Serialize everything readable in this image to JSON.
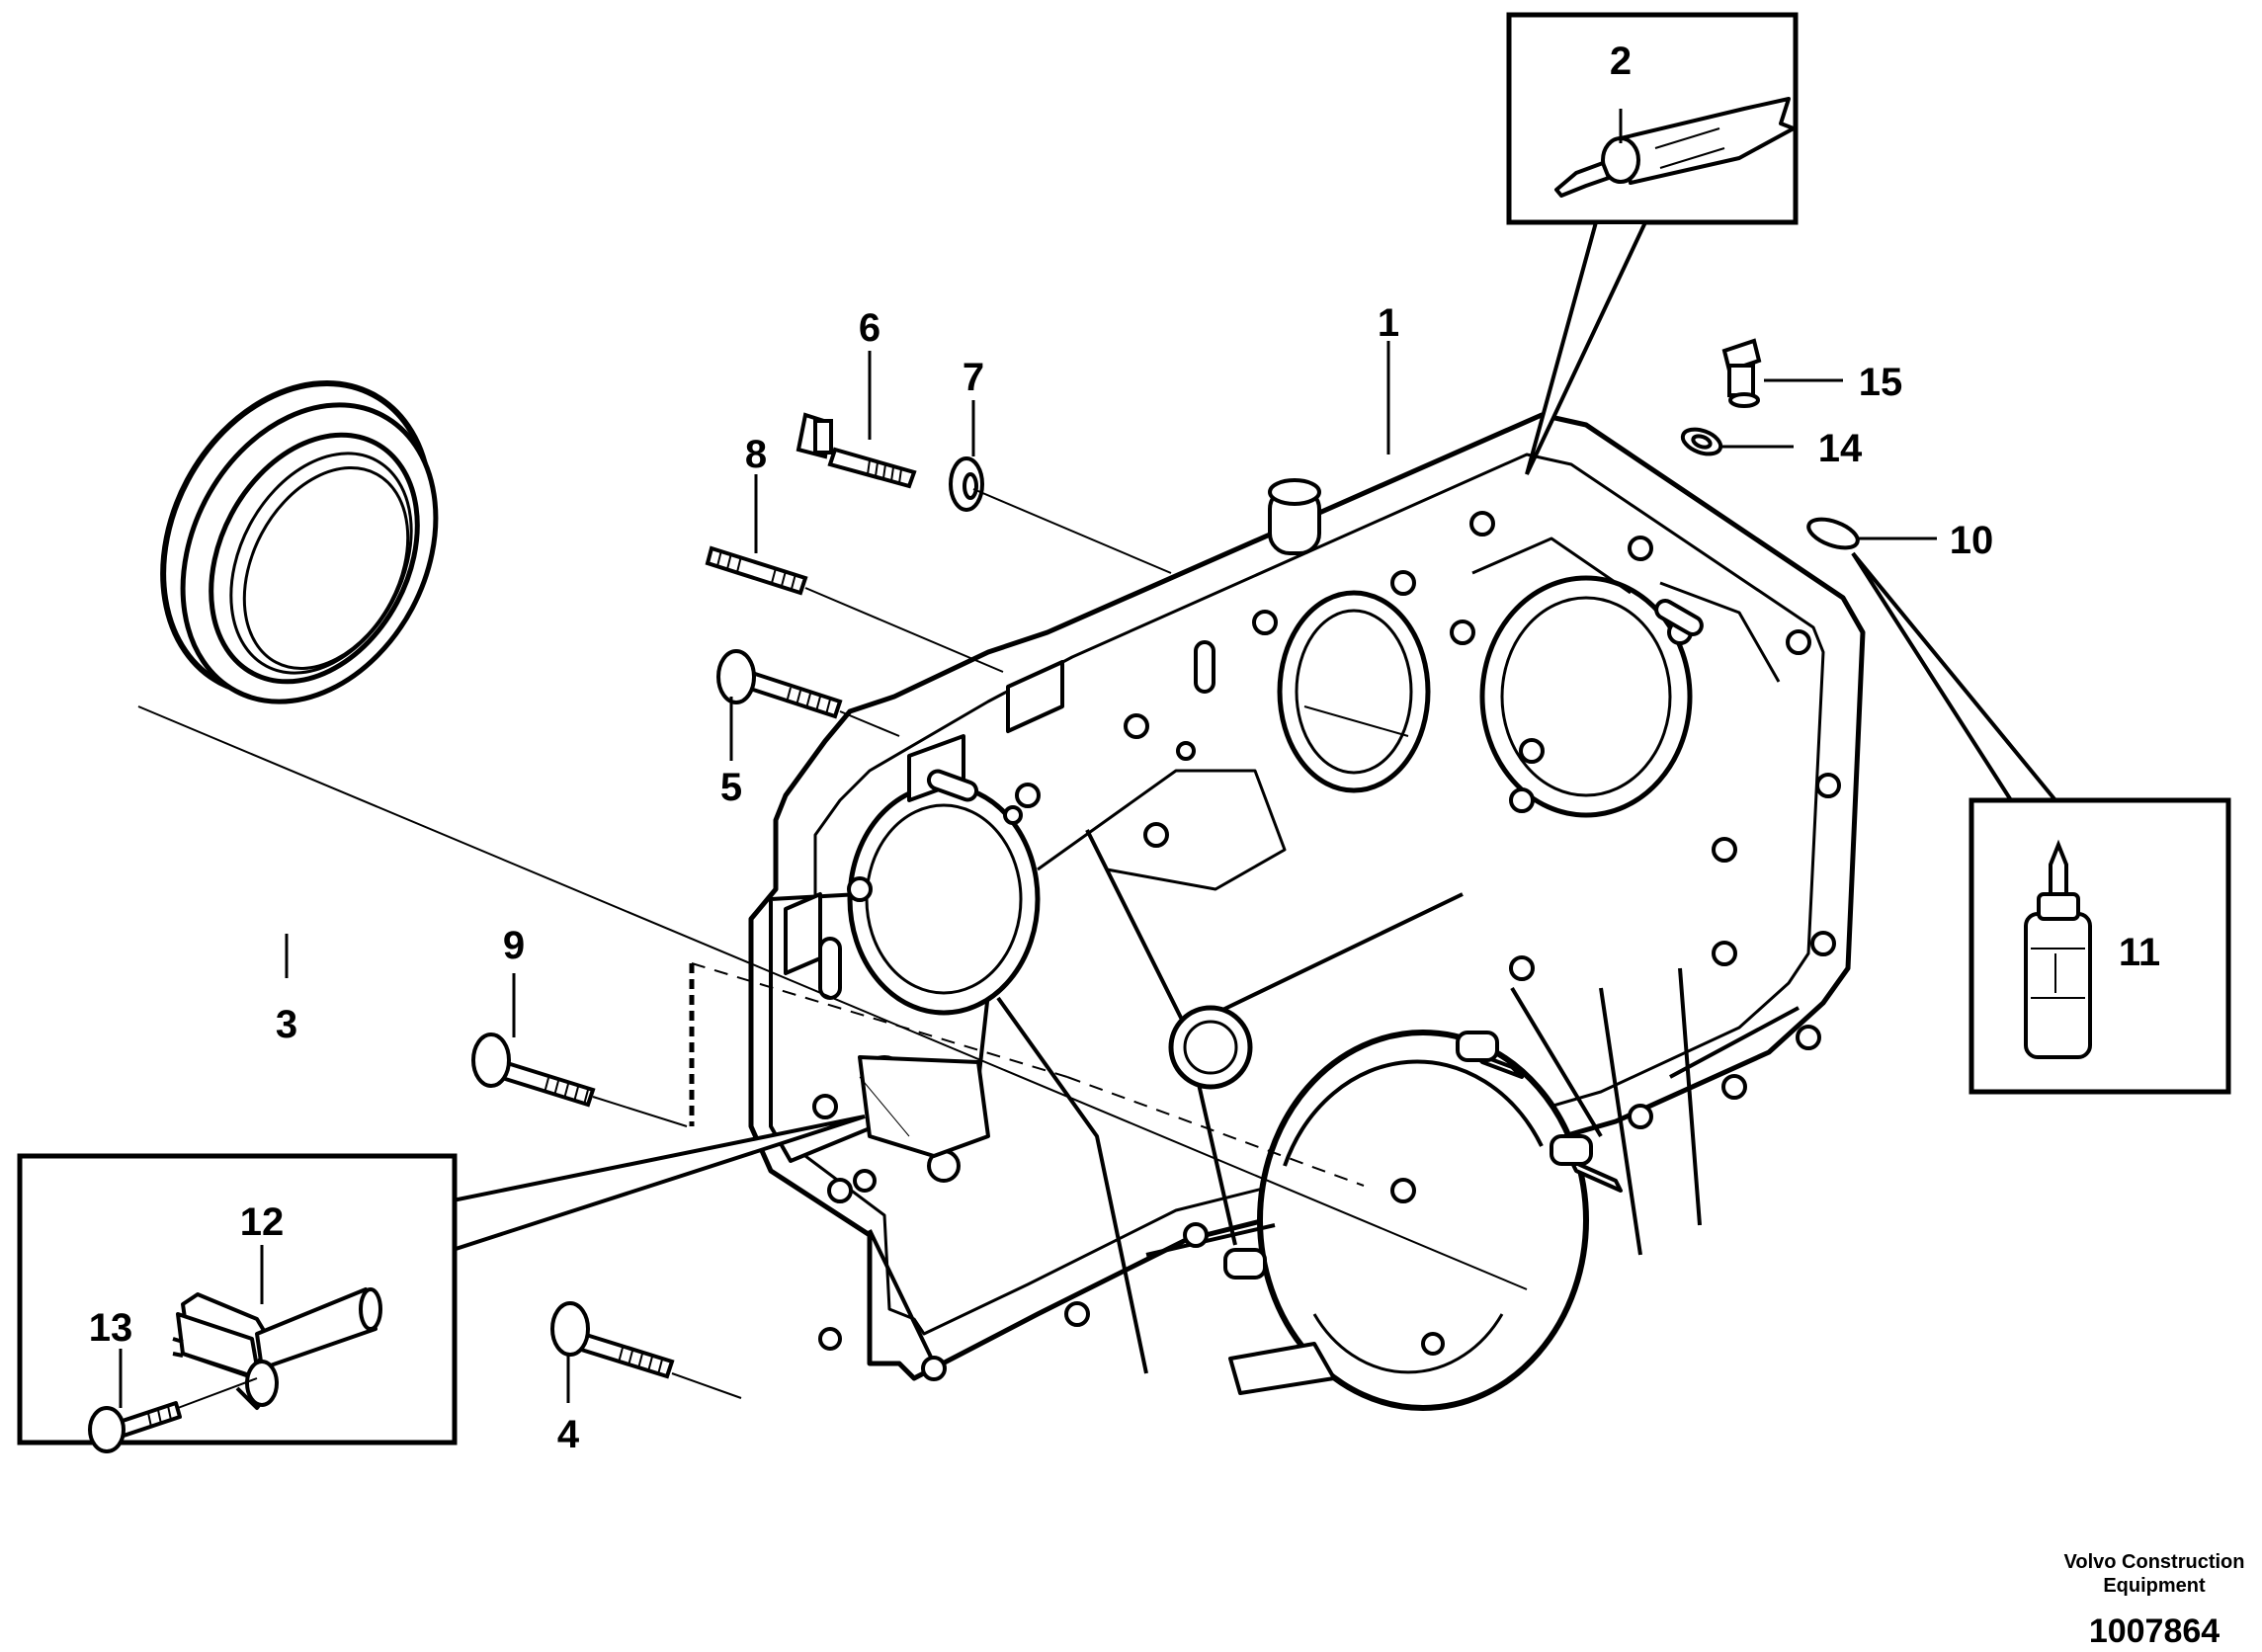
{
  "callouts": {
    "c1": "1",
    "c2": "2",
    "c3": "3",
    "c4": "4",
    "c5": "5",
    "c6": "6",
    "c7": "7",
    "c8": "8",
    "c9": "9",
    "c10": "10",
    "c11": "11",
    "c12": "12",
    "c13": "13",
    "c14": "14",
    "c15": "15"
  },
  "footer": {
    "brand_line1": "Volvo Construction",
    "brand_line2": "Equipment",
    "drawing_number": "1007864"
  }
}
